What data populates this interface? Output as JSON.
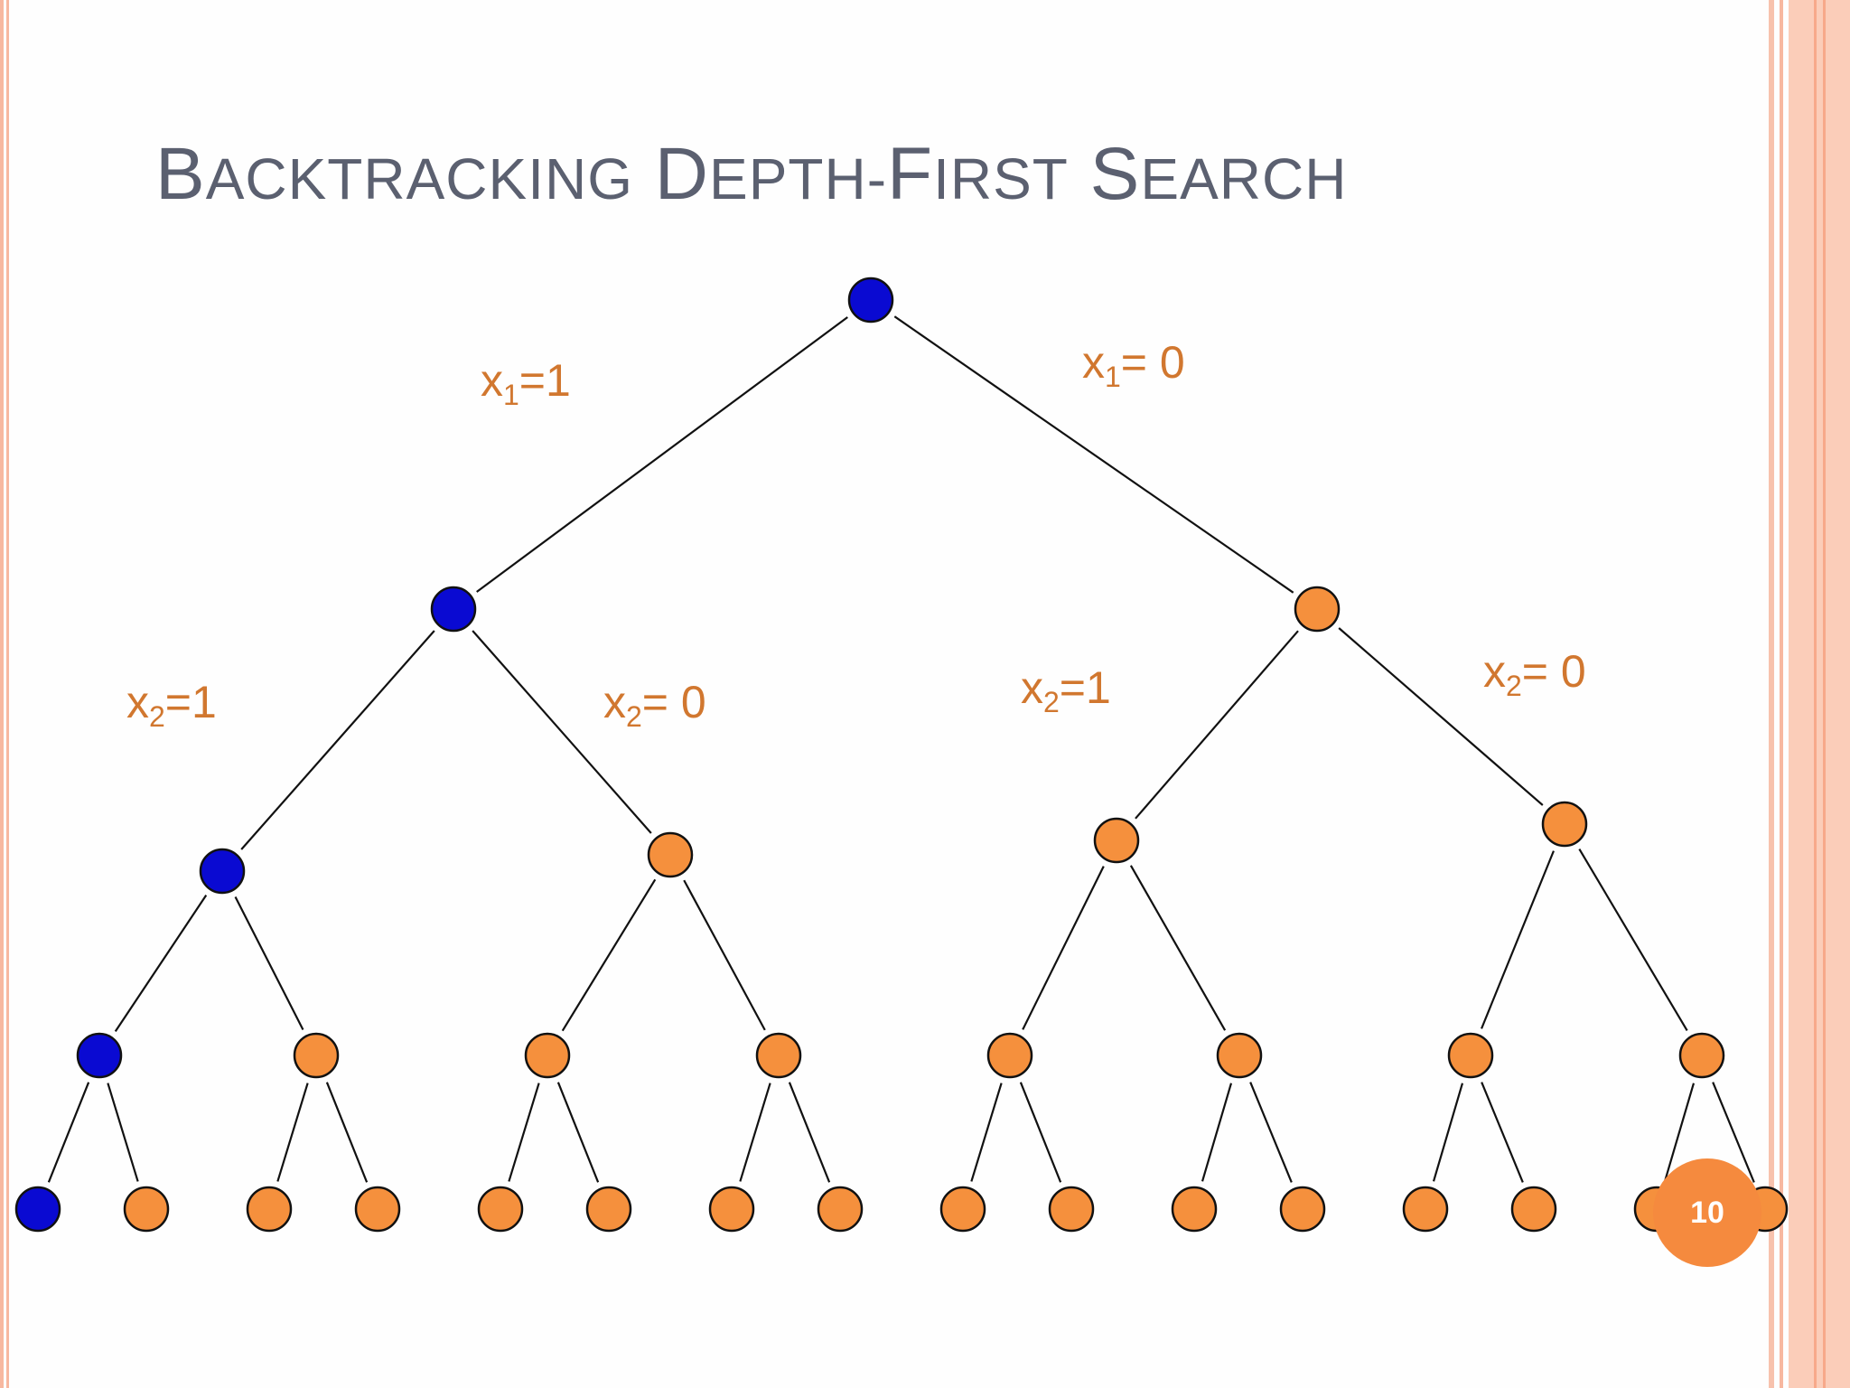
{
  "title": {
    "words": [
      {
        "cap": "B",
        "rest": "ACKTRACKING"
      },
      {
        "cap": "D",
        "rest": "EPTH-"
      },
      {
        "cap": "F",
        "rest": "IRST"
      },
      {
        "cap": "S",
        "rest": "EARCH"
      }
    ]
  },
  "labels": {
    "x1_1": {
      "var": "x",
      "sub": "1",
      "rest": "=1"
    },
    "x1_0": {
      "var": "x",
      "sub": "1",
      "rest": "= 0"
    },
    "x2_1_left": {
      "var": "x",
      "sub": "2",
      "rest": "=1"
    },
    "x2_0_left": {
      "var": "x",
      "sub": "2",
      "rest": "= 0"
    },
    "x2_1_right": {
      "var": "x",
      "sub": "2",
      "rest": "=1"
    },
    "x2_0_right": {
      "var": "x",
      "sub": "2",
      "rest": "= 0"
    }
  },
  "page_number": "10",
  "colors": {
    "visited": "#0a0ad2",
    "unvisited": "#f5903d",
    "edge": "#111111",
    "label": "#d1772f",
    "title": "#5b6070",
    "border": "#f7b8a0",
    "badge": "#f58a3e"
  },
  "tree": {
    "depth": 4,
    "visited_path": [
      0,
      0,
      0,
      0
    ]
  }
}
